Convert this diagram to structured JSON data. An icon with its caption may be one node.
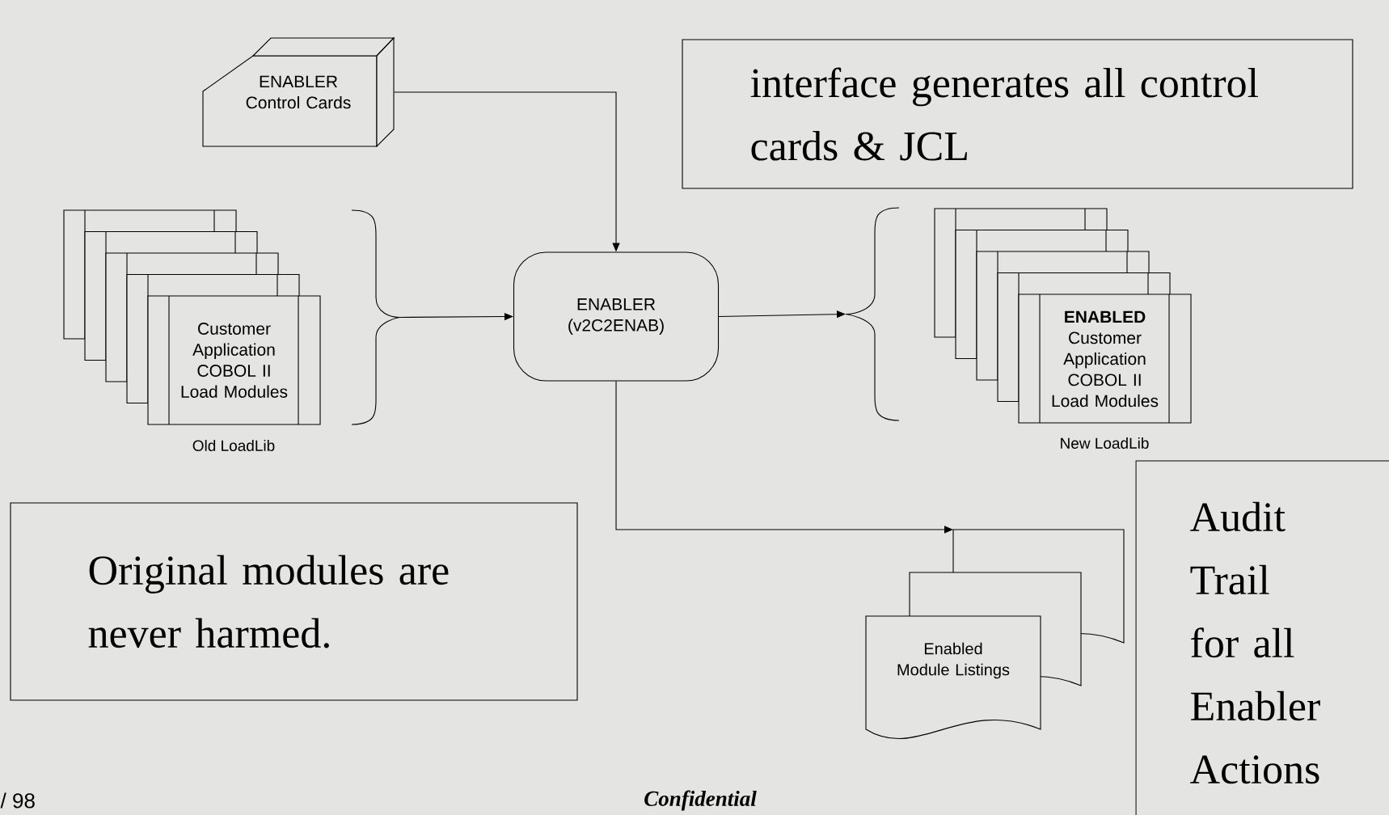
{
  "diagram": {
    "nodes": [
      {
        "text": [
          "ENABLER Control Cards"
        ]
      },
      {
        "text": [
          "Customer Application COBOL II Load Modules"
        ],
        "beside": [
          "Old LoadLib"
        ]
      },
      {
        "text": [
          "ENABLER (v2C2ENAB)"
        ]
      },
      {
        "text": [
          "**ENABLED** Customer Application COBOL II Load Modules"
        ],
        "beside": [
          "New LoadLib"
        ]
      },
      {
        "text": [
          "Enabled Module Listings"
        ]
      },
      {
        "text": [
          "interface generates all control cards & JCL"
        ]
      },
      {
        "text": [
          "Original modules are never harmed."
        ]
      },
      {
        "text": [
          "Audit Trail for all Enabler Actions"
        ]
      }
    ],
    "edges": [
      {
        "from": 0,
        "to": 2,
        "arrow": "to"
      },
      {
        "from": 1,
        "to": 2,
        "arrow": "to"
      },
      {
        "from": 2,
        "to": 3,
        "arrow": "to"
      },
      {
        "from": 2,
        "to": 4,
        "arrow": "to"
      }
    ],
    "labels": [
      "/ 98",
      "Confidential"
    ]
  }
}
